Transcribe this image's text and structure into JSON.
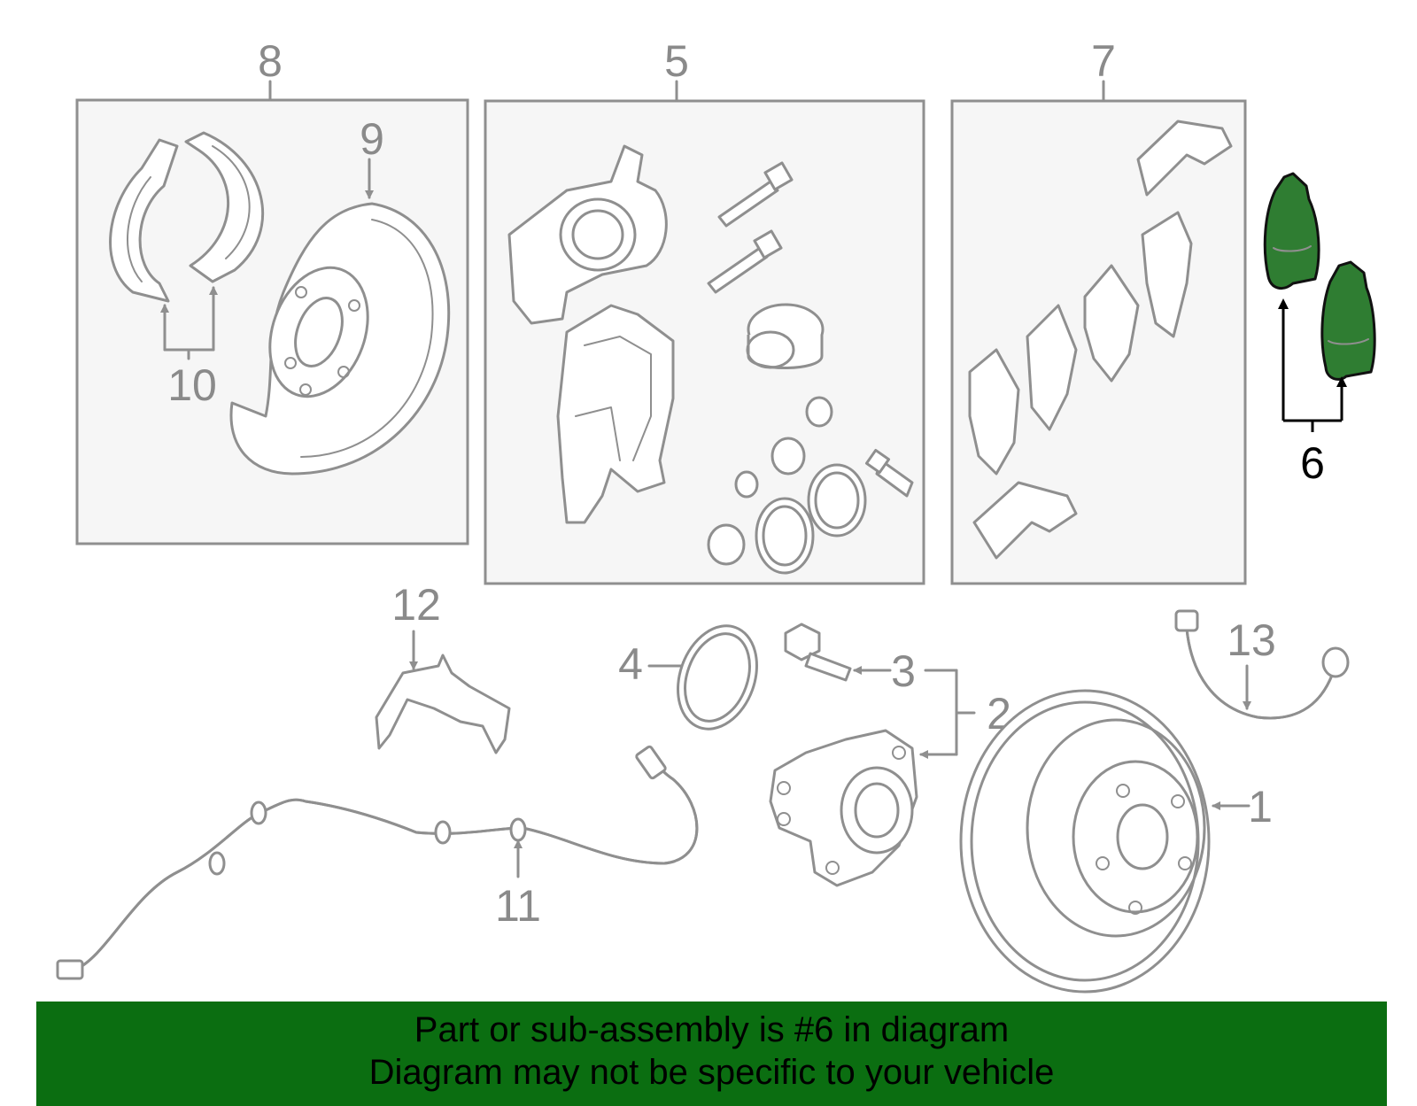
{
  "callouts": {
    "c1": "1",
    "c2": "2",
    "c3": "3",
    "c4": "4",
    "c5": "5",
    "c6": "6",
    "c7": "7",
    "c8": "8",
    "c9": "9",
    "c10": "10",
    "c11": "11",
    "c12": "12",
    "c13": "13"
  },
  "highlight": {
    "part": "6",
    "color": "#2f7d32"
  },
  "banner": {
    "line1": "Part or sub-assembly is #6 in diagram",
    "line2": "Diagram may not be specific to your vehicle",
    "color": "#0b6e11"
  }
}
